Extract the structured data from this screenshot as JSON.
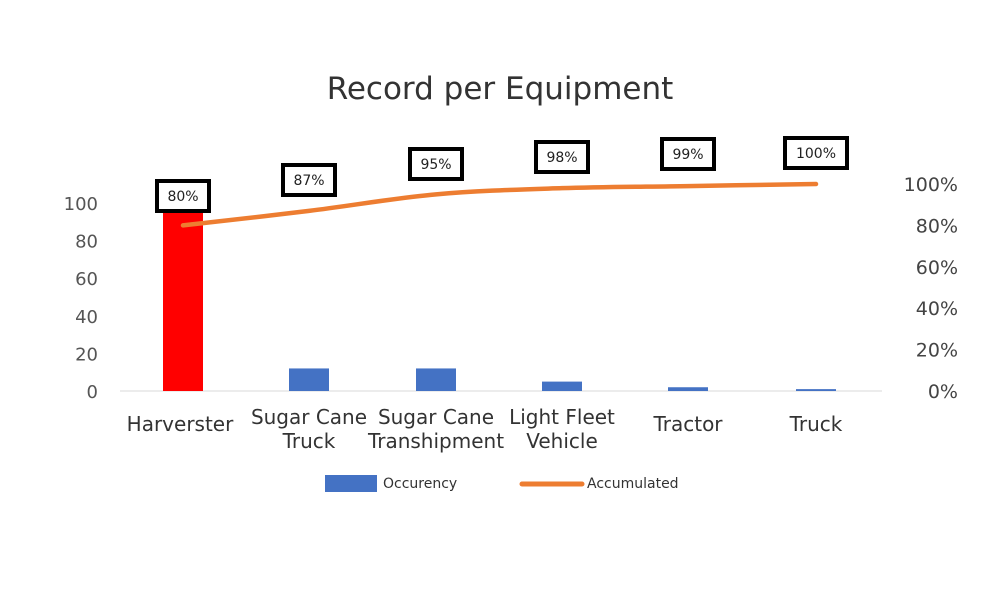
{
  "chart_data": {
    "type": "bar",
    "title": "Record per Equipment",
    "categories": [
      [
        "Harverster"
      ],
      [
        "Sugar Cane",
        "Truck"
      ],
      [
        "Sugar Cane",
        "Transhipment"
      ],
      [
        "Light Fleet",
        "Vehicle"
      ],
      [
        "Tractor"
      ],
      [
        "Truck"
      ]
    ],
    "series": [
      {
        "name": "Occurency",
        "type": "bar",
        "axis": "left",
        "values": [
          96,
          12,
          12,
          5,
          2,
          1
        ],
        "colors": [
          "#ff0000",
          "#4472c4",
          "#4472c4",
          "#4472c4",
          "#4472c4",
          "#4472c4"
        ]
      },
      {
        "name": "Accumulated",
        "type": "line",
        "axis": "right",
        "values": [
          80,
          87,
          95,
          98,
          99,
          100
        ],
        "labels": [
          "80%",
          "87%",
          "95%",
          "98%",
          "99%",
          "100%"
        ],
        "color": "#ed7d31"
      }
    ],
    "y_left": {
      "ylim": [
        0,
        100
      ],
      "ticks": [
        "0",
        "20",
        "40",
        "60",
        "80",
        "100"
      ]
    },
    "y_right": {
      "ylim": [
        0,
        100
      ],
      "ticks": [
        "0%",
        "20%",
        "40%",
        "60%",
        "80%",
        "100%"
      ]
    },
    "grid": false,
    "legend_position": "bottom"
  }
}
